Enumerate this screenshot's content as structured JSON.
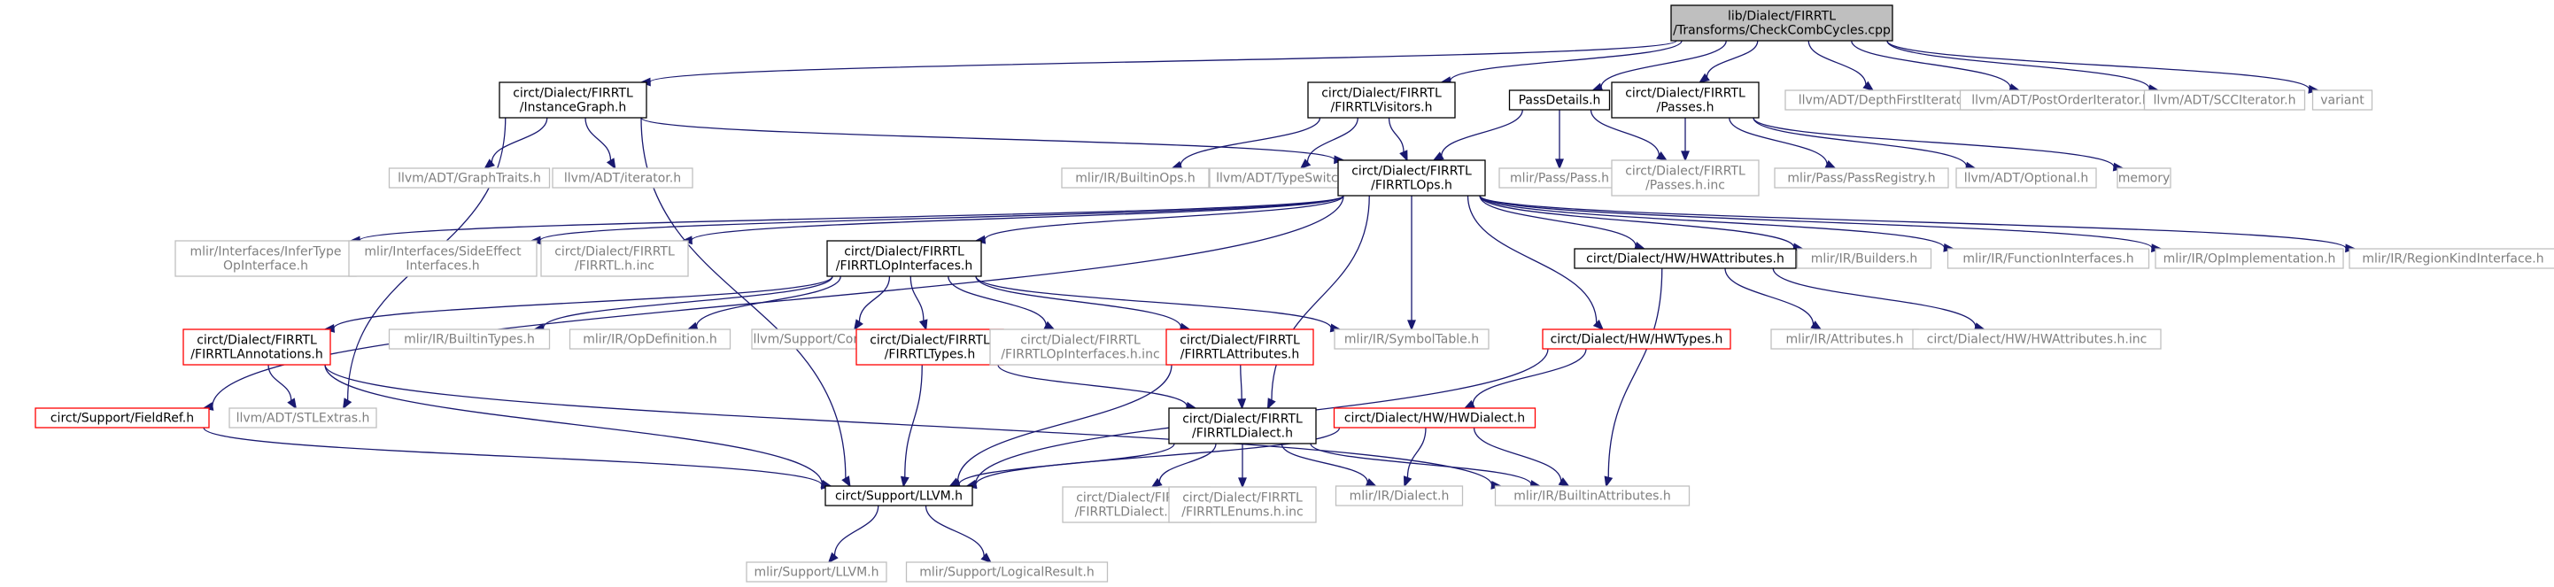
{
  "colors": {
    "edge": "#191970",
    "root_fill": "#bfbfbf",
    "documented_border": "#000000",
    "external_border": "#bfbfbf",
    "truncated_border": "#ff0000",
    "external_text": "#7f7f7f",
    "text": "#000000"
  },
  "nodes": [
    {
      "id": "root",
      "lines": [
        "lib/Dialect/FIRRTL",
        "/Transforms/CheckCombCycles.cpp"
      ],
      "style": "root",
      "link": false
    },
    {
      "id": "instgraph",
      "lines": [
        "circt/Dialect/FIRRTL",
        "/InstanceGraph.h"
      ],
      "style": "doc",
      "link": true
    },
    {
      "id": "visitors",
      "lines": [
        "circt/Dialect/FIRRTL",
        "/FIRRTLVisitors.h"
      ],
      "style": "doc",
      "link": true
    },
    {
      "id": "passdetails",
      "lines": [
        "PassDetails.h"
      ],
      "style": "doc",
      "link": true
    },
    {
      "id": "passes",
      "lines": [
        "circt/Dialect/FIRRTL",
        "/Passes.h"
      ],
      "style": "doc",
      "link": true
    },
    {
      "id": "dfiter",
      "lines": [
        "llvm/ADT/DepthFirstIterator.h"
      ],
      "style": "ext",
      "link": false
    },
    {
      "id": "poiter",
      "lines": [
        "llvm/ADT/PostOrderIterator.h"
      ],
      "style": "ext",
      "link": false
    },
    {
      "id": "scciter",
      "lines": [
        "llvm/ADT/SCCIterator.h"
      ],
      "style": "ext",
      "link": false
    },
    {
      "id": "variant",
      "lines": [
        "variant"
      ],
      "style": "ext",
      "link": false
    },
    {
      "id": "graphtraits",
      "lines": [
        "llvm/ADT/GraphTraits.h"
      ],
      "style": "ext",
      "link": false
    },
    {
      "id": "iterator",
      "lines": [
        "llvm/ADT/iterator.h"
      ],
      "style": "ext",
      "link": false
    },
    {
      "id": "builtinops",
      "lines": [
        "mlir/IR/BuiltinOps.h"
      ],
      "style": "ext",
      "link": false
    },
    {
      "id": "typeswitch",
      "lines": [
        "llvm/ADT/TypeSwitch.h"
      ],
      "style": "ext",
      "link": false
    },
    {
      "id": "firrtlops",
      "lines": [
        "circt/Dialect/FIRRTL",
        "/FIRRTLOps.h"
      ],
      "style": "doc",
      "link": true
    },
    {
      "id": "passpass",
      "lines": [
        "mlir/Pass/Pass.h"
      ],
      "style": "ext",
      "link": false
    },
    {
      "id": "passesinc",
      "lines": [
        "circt/Dialect/FIRRTL",
        "/Passes.h.inc"
      ],
      "style": "ext",
      "link": false
    },
    {
      "id": "passregistry",
      "lines": [
        "mlir/Pass/PassRegistry.h"
      ],
      "style": "ext",
      "link": false
    },
    {
      "id": "optional",
      "lines": [
        "llvm/ADT/Optional.h"
      ],
      "style": "ext",
      "link": false
    },
    {
      "id": "memory",
      "lines": [
        "memory"
      ],
      "style": "ext",
      "link": false
    },
    {
      "id": "infertype",
      "lines": [
        "mlir/Interfaces/InferType",
        "OpInterface.h"
      ],
      "style": "ext",
      "link": false
    },
    {
      "id": "sideeffect",
      "lines": [
        "mlir/Interfaces/SideEffect",
        "Interfaces.h"
      ],
      "style": "ext",
      "link": false
    },
    {
      "id": "firrtlhinc",
      "lines": [
        "circt/Dialect/FIRRTL",
        "/FIRRTL.h.inc"
      ],
      "style": "ext",
      "link": false
    },
    {
      "id": "opinterfaces",
      "lines": [
        "circt/Dialect/FIRRTL",
        "/FIRRTLOpInterfaces.h"
      ],
      "style": "doc",
      "link": true
    },
    {
      "id": "hwattrs",
      "lines": [
        "circt/Dialect/HW/HWAttributes.h"
      ],
      "style": "doc",
      "link": true
    },
    {
      "id": "builders",
      "lines": [
        "mlir/IR/Builders.h"
      ],
      "style": "ext",
      "link": false
    },
    {
      "id": "funcif",
      "lines": [
        "mlir/IR/FunctionInterfaces.h"
      ],
      "style": "ext",
      "link": false
    },
    {
      "id": "opimpl",
      "lines": [
        "mlir/IR/OpImplementation.h"
      ],
      "style": "ext",
      "link": false
    },
    {
      "id": "regionkind",
      "lines": [
        "mlir/IR/RegionKindInterface.h"
      ],
      "style": "ext",
      "link": false
    },
    {
      "id": "annotations",
      "lines": [
        "circt/Dialect/FIRRTL",
        "/FIRRTLAnnotations.h"
      ],
      "style": "trunc",
      "link": true
    },
    {
      "id": "builtintypes",
      "lines": [
        "mlir/IR/BuiltinTypes.h"
      ],
      "style": "ext",
      "link": false
    },
    {
      "id": "opdef",
      "lines": [
        "mlir/IR/OpDefinition.h"
      ],
      "style": "ext",
      "link": false
    },
    {
      "id": "cmdline",
      "lines": [
        "llvm/Support/CommandLine.h"
      ],
      "style": "ext",
      "link": false
    },
    {
      "id": "firrtltypes",
      "lines": [
        "circt/Dialect/FIRRTL",
        "/FIRRTLTypes.h"
      ],
      "style": "trunc",
      "link": true
    },
    {
      "id": "opifinc",
      "lines": [
        "circt/Dialect/FIRRTL",
        "/FIRRTLOpInterfaces.h.inc"
      ],
      "style": "ext",
      "link": false
    },
    {
      "id": "firrtlattrs",
      "lines": [
        "circt/Dialect/FIRRTL",
        "/FIRRTLAttributes.h"
      ],
      "style": "trunc",
      "link": true
    },
    {
      "id": "symtable",
      "lines": [
        "mlir/IR/SymbolTable.h"
      ],
      "style": "ext",
      "link": false
    },
    {
      "id": "hwtypes",
      "lines": [
        "circt/Dialect/HW/HWTypes.h"
      ],
      "style": "trunc",
      "link": true
    },
    {
      "id": "irattrs",
      "lines": [
        "mlir/IR/Attributes.h"
      ],
      "style": "ext",
      "link": false
    },
    {
      "id": "hwattrsinc",
      "lines": [
        "circt/Dialect/HW/HWAttributes.h.inc"
      ],
      "style": "ext",
      "link": false
    },
    {
      "id": "fieldref",
      "lines": [
        "circt/Support/FieldRef.h"
      ],
      "style": "trunc",
      "link": true
    },
    {
      "id": "stlextras",
      "lines": [
        "llvm/ADT/STLExtras.h"
      ],
      "style": "ext",
      "link": false
    },
    {
      "id": "firrtldialect",
      "lines": [
        "circt/Dialect/FIRRTL",
        "/FIRRTLDialect.h"
      ],
      "style": "doc",
      "link": true
    },
    {
      "id": "hwdialect",
      "lines": [
        "circt/Dialect/HW/HWDialect.h"
      ],
      "style": "trunc",
      "link": true
    },
    {
      "id": "supportllvm",
      "lines": [
        "circt/Support/LLVM.h"
      ],
      "style": "doc",
      "link": true
    },
    {
      "id": "dialectinc",
      "lines": [
        "circt/Dialect/FIRRTL",
        "/FIRRTLDialect.h.inc"
      ],
      "style": "ext",
      "link": false
    },
    {
      "id": "enumsinc",
      "lines": [
        "circt/Dialect/FIRRTL",
        "/FIRRTLEnums.h.inc"
      ],
      "style": "ext",
      "link": false
    },
    {
      "id": "irdialect",
      "lines": [
        "mlir/IR/Dialect.h"
      ],
      "style": "ext",
      "link": false
    },
    {
      "id": "builtinattrs",
      "lines": [
        "mlir/IR/BuiltinAttributes.h"
      ],
      "style": "ext",
      "link": false
    },
    {
      "id": "mlirllvm",
      "lines": [
        "mlir/Support/LLVM.h"
      ],
      "style": "ext",
      "link": false
    },
    {
      "id": "logicalresult",
      "lines": [
        "mlir/Support/LogicalResult.h"
      ],
      "style": "ext",
      "link": false
    }
  ],
  "edges": [
    [
      "root",
      "instgraph"
    ],
    [
      "root",
      "visitors"
    ],
    [
      "root",
      "passdetails"
    ],
    [
      "root",
      "passes"
    ],
    [
      "root",
      "dfiter"
    ],
    [
      "root",
      "poiter"
    ],
    [
      "root",
      "scciter"
    ],
    [
      "root",
      "variant"
    ],
    [
      "instgraph",
      "graphtraits"
    ],
    [
      "instgraph",
      "iterator"
    ],
    [
      "instgraph",
      "firrtlops"
    ],
    [
      "instgraph",
      "stlextras"
    ],
    [
      "instgraph",
      "supportllvm"
    ],
    [
      "visitors",
      "builtinops"
    ],
    [
      "visitors",
      "typeswitch"
    ],
    [
      "visitors",
      "firrtlops"
    ],
    [
      "passdetails",
      "firrtlops"
    ],
    [
      "passdetails",
      "passpass"
    ],
    [
      "passdetails",
      "passesinc"
    ],
    [
      "passes",
      "passesinc"
    ],
    [
      "passes",
      "passregistry"
    ],
    [
      "passes",
      "optional"
    ],
    [
      "passes",
      "memory"
    ],
    [
      "firrtlops",
      "infertype"
    ],
    [
      "firrtlops",
      "sideeffect"
    ],
    [
      "firrtlops",
      "firrtlhinc"
    ],
    [
      "firrtlops",
      "opinterfaces"
    ],
    [
      "firrtlops",
      "hwattrs"
    ],
    [
      "firrtlops",
      "builders"
    ],
    [
      "firrtlops",
      "funcif"
    ],
    [
      "firrtlops",
      "opimpl"
    ],
    [
      "firrtlops",
      "regionkind"
    ],
    [
      "firrtlops",
      "symtable"
    ],
    [
      "firrtlops",
      "hwtypes"
    ],
    [
      "firrtlops",
      "firrtldialect"
    ],
    [
      "firrtlops",
      "fieldref"
    ],
    [
      "opinterfaces",
      "annotations"
    ],
    [
      "opinterfaces",
      "builtintypes"
    ],
    [
      "opinterfaces",
      "opdef"
    ],
    [
      "opinterfaces",
      "cmdline"
    ],
    [
      "opinterfaces",
      "firrtltypes"
    ],
    [
      "opinterfaces",
      "opifinc"
    ],
    [
      "opinterfaces",
      "firrtlattrs"
    ],
    [
      "opinterfaces",
      "symtable"
    ],
    [
      "hwattrs",
      "irattrs"
    ],
    [
      "hwattrs",
      "hwattrsinc"
    ],
    [
      "hwattrs",
      "builtinattrs"
    ],
    [
      "annotations",
      "stlextras"
    ],
    [
      "annotations",
      "supportllvm"
    ],
    [
      "annotations",
      "builtinattrs"
    ],
    [
      "firrtltypes",
      "supportllvm"
    ],
    [
      "firrtltypes",
      "firrtldialect"
    ],
    [
      "firrtlattrs",
      "firrtldialect"
    ],
    [
      "firrtlattrs",
      "supportllvm"
    ],
    [
      "hwtypes",
      "hwdialect"
    ],
    [
      "hwtypes",
      "supportllvm"
    ],
    [
      "fieldref",
      "supportllvm"
    ],
    [
      "firrtldialect",
      "supportllvm"
    ],
    [
      "firrtldialect",
      "dialectinc"
    ],
    [
      "firrtldialect",
      "enumsinc"
    ],
    [
      "firrtldialect",
      "irdialect"
    ],
    [
      "firrtldialect",
      "builtinattrs"
    ],
    [
      "hwdialect",
      "irdialect"
    ],
    [
      "hwdialect",
      "builtinattrs"
    ],
    [
      "hwdialect",
      "supportllvm"
    ],
    [
      "supportllvm",
      "mlirllvm"
    ],
    [
      "supportllvm",
      "logicalresult"
    ]
  ]
}
